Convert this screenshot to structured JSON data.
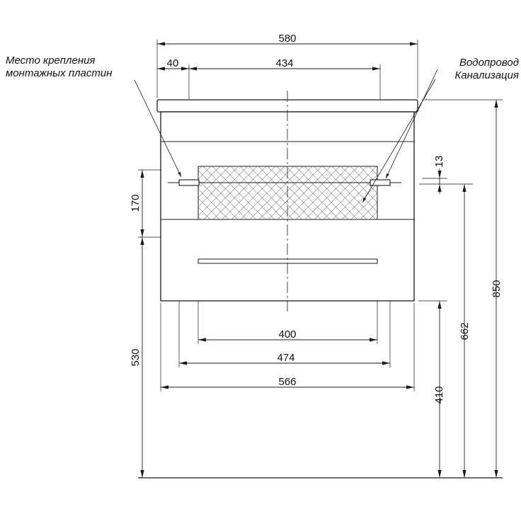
{
  "drawing": {
    "annotations": {
      "mounting_note": {
        "line1": "Место крепления",
        "line2": "монтажных пластин"
      },
      "utilities": {
        "line1": "Водопровод",
        "line2": "Канализация"
      }
    },
    "dimensions_mm": {
      "top_width": "580",
      "plate_offset": "40",
      "plate_spacing": "434",
      "plate_drop": "13",
      "side_upper": "170",
      "side_lower": "530",
      "drain_height": "662",
      "bottom_clearance": "410",
      "total_height": "850",
      "handle_width": "400",
      "inner_width": "474",
      "body_width": "566"
    },
    "colors": {
      "line": "#1a1a1a",
      "background": "#ffffff",
      "hatch": "#777777"
    }
  }
}
